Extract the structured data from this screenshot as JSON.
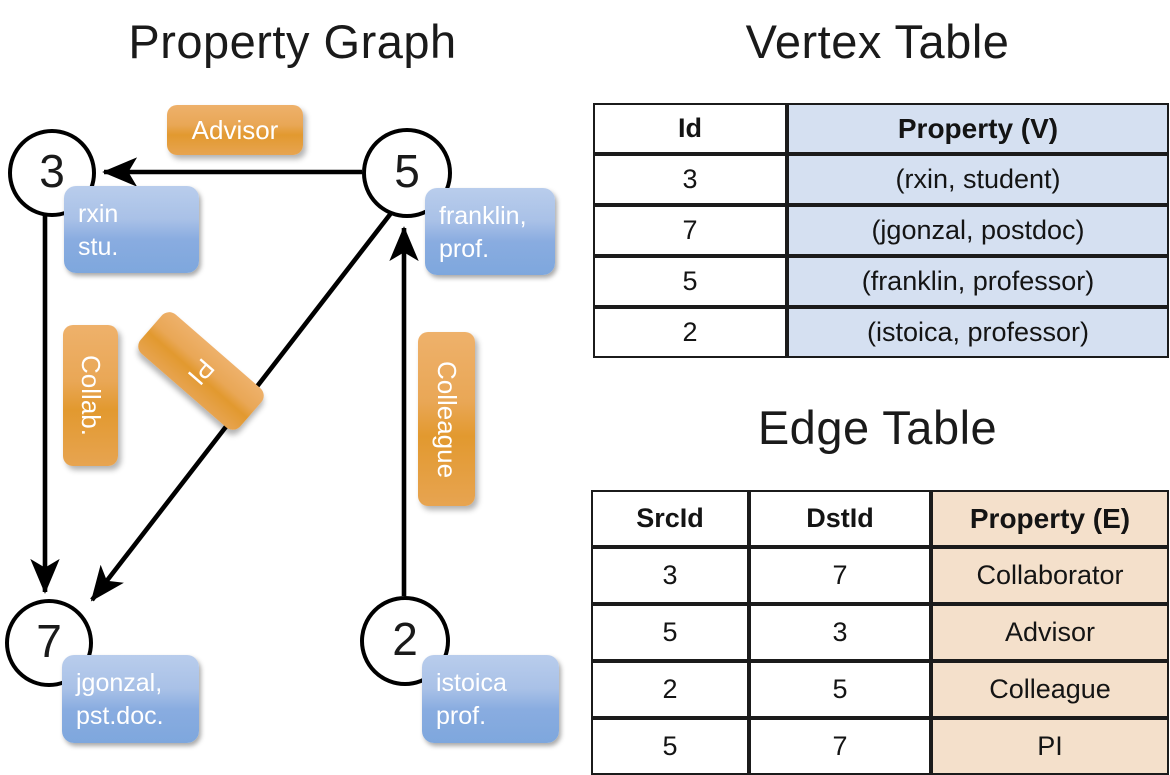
{
  "titles": {
    "property_graph": "Property Graph",
    "vertex_table": "Vertex Table",
    "edge_table": "Edge Table"
  },
  "graph": {
    "nodes": [
      {
        "id": "3",
        "property_line1": "rxin",
        "property_line2": "stu."
      },
      {
        "id": "5",
        "property_line1": "franklin,",
        "property_line2": "prof."
      },
      {
        "id": "7",
        "property_line1": "jgonzal,",
        "property_line2": "pst.doc."
      },
      {
        "id": "2",
        "property_line1": "istoica",
        "property_line2": "prof."
      }
    ],
    "edge_labels": [
      {
        "text": "Advisor",
        "orientation": "horizontal"
      },
      {
        "text": "Collab.",
        "orientation": "vertical"
      },
      {
        "text": "PI",
        "orientation": "diagonal"
      },
      {
        "text": "Colleague",
        "orientation": "vertical"
      }
    ],
    "edges": [
      {
        "src": "5",
        "dst": "3"
      },
      {
        "src": "3",
        "dst": "7"
      },
      {
        "src": "5",
        "dst": "7"
      },
      {
        "src": "2",
        "dst": "5"
      }
    ]
  },
  "vertex_table": {
    "columns": [
      "Id",
      "Property (V)"
    ],
    "rows": [
      {
        "id": "3",
        "property": "(rxin, student)"
      },
      {
        "id": "7",
        "property": "(jgonzal, postdoc)"
      },
      {
        "id": "5",
        "property": "(franklin, professor)"
      },
      {
        "id": "2",
        "property": "(istoica, professor)"
      }
    ]
  },
  "edge_table": {
    "columns": [
      "SrcId",
      "DstId",
      "Property (E)"
    ],
    "rows": [
      {
        "src": "3",
        "dst": "7",
        "property": "Collaborator"
      },
      {
        "src": "5",
        "dst": "3",
        "property": "Advisor"
      },
      {
        "src": "2",
        "dst": "5",
        "property": "Colleague"
      },
      {
        "src": "5",
        "dst": "7",
        "property": "PI"
      }
    ]
  },
  "colors": {
    "node_stroke": "#000000",
    "vertex_property_fill": "#d5e0f1",
    "edge_property_fill": "#f4e0cb",
    "vertex_box_blue": "#89ace0",
    "edge_label_orange": "#e9a756",
    "arrow_stroke": "#000000"
  }
}
